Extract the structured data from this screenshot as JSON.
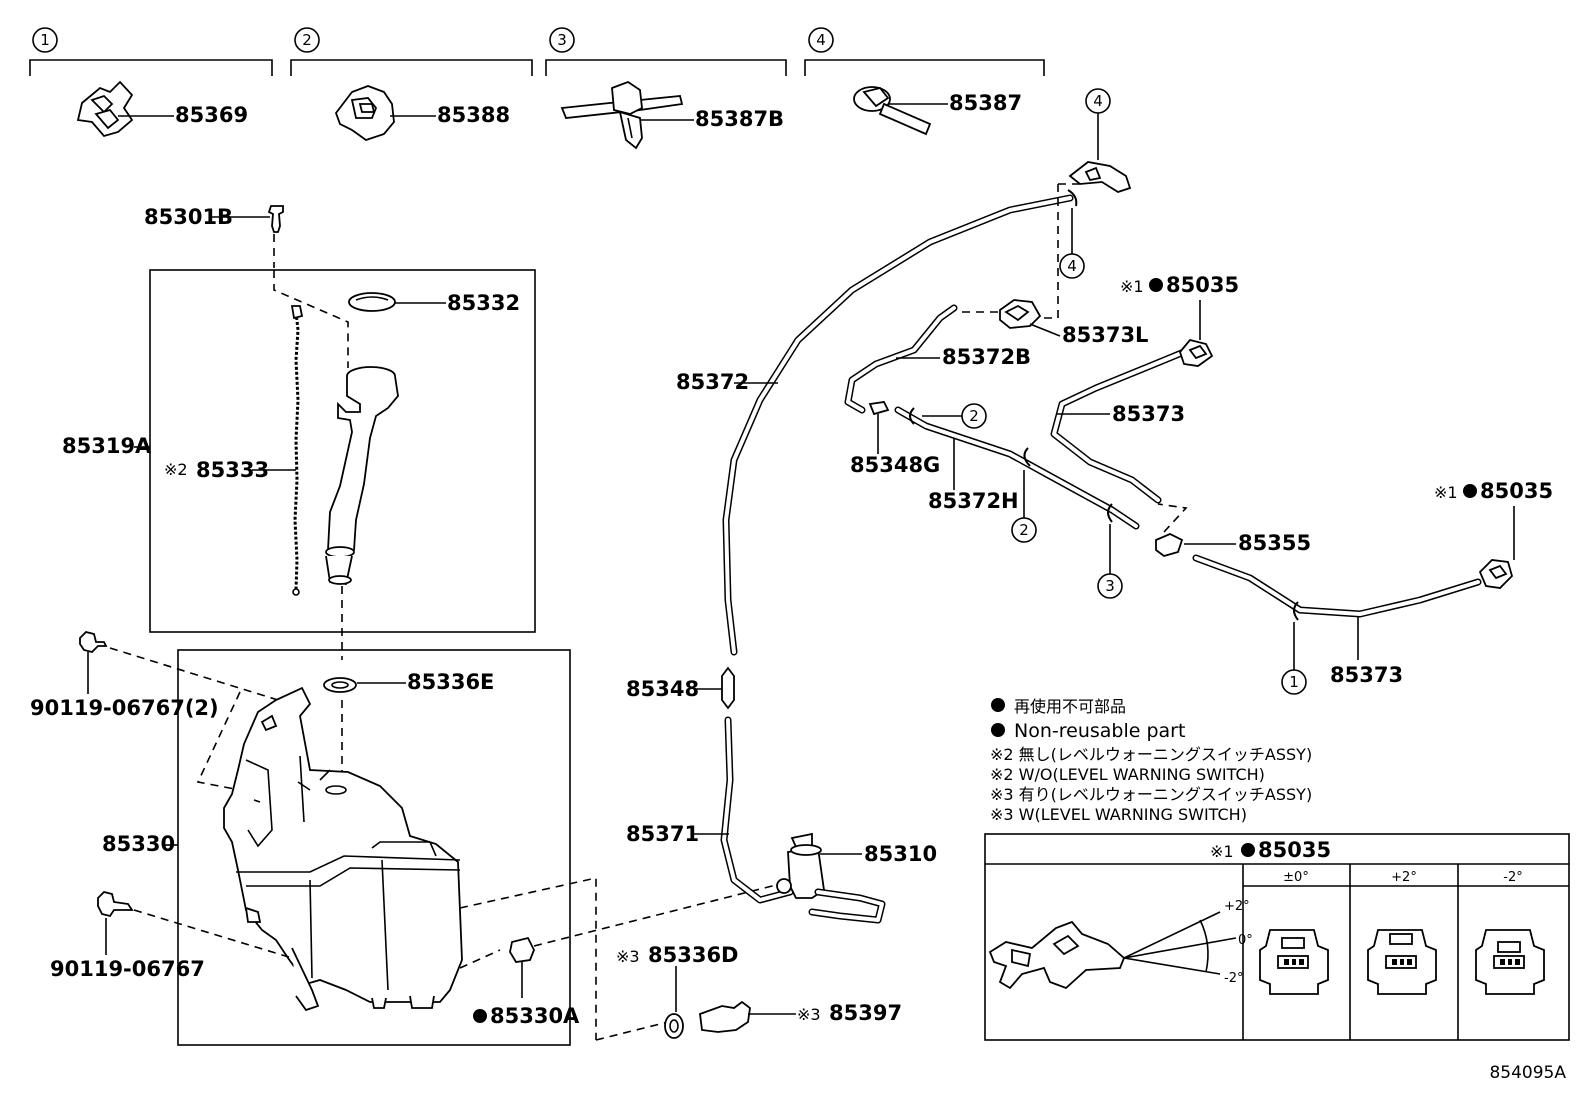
{
  "groups": [
    {
      "no": "1",
      "part": "85369"
    },
    {
      "no": "2",
      "part": "85388"
    },
    {
      "no": "3",
      "part": "85387B"
    },
    {
      "no": "4",
      "part": "85387"
    }
  ],
  "parts": {
    "p85301B": "85301B",
    "p85332": "85332",
    "p85319A": "85319A",
    "p85333": "85333",
    "p85333_mark": "※2",
    "p90119_06767_2": "90119-06767(2)",
    "p85336E": "85336E",
    "p85330": "85330",
    "p90119_06767": "90119-06767",
    "p85330A": "85330A",
    "p85372": "85372",
    "p85348": "85348",
    "p85371": "85371",
    "p85310": "85310",
    "p85336D": "85336D",
    "p85336D_mark": "※3",
    "p85397": "85397",
    "p85397_mark": "※3",
    "p85373L": "85373L",
    "p85372B": "85372B",
    "p85348G": "85348G",
    "p85372H": "85372H",
    "p85355": "85355",
    "p85373_a": "85373",
    "p85373_b": "85373",
    "p85035_a": "85035",
    "p85035_a_mark": "※1",
    "p85035_b": "85035",
    "p85035_b_mark": "※1"
  },
  "clip_callouts": [
    "4",
    "4",
    "2",
    "2",
    "3",
    "1"
  ],
  "legend": {
    "line1": "再使用不可部品",
    "line2": "Non-reusable part",
    "line3": "※2 無し(レベルウォーニングスイッチASSY)",
    "line4": "※2 W/O(LEVEL WARNING SWITCH)",
    "line5": "※3 有り(レベルウォーニングスイッチASSY)",
    "line6": "※3 W(LEVEL WARNING SWITCH)"
  },
  "table": {
    "title_mark": "※1",
    "title_part": "85035",
    "columns": [
      "±0°",
      "+2°",
      "-2°"
    ],
    "angles": [
      "+2°",
      "0°",
      "-2°"
    ]
  },
  "figure_ref": "854095A"
}
